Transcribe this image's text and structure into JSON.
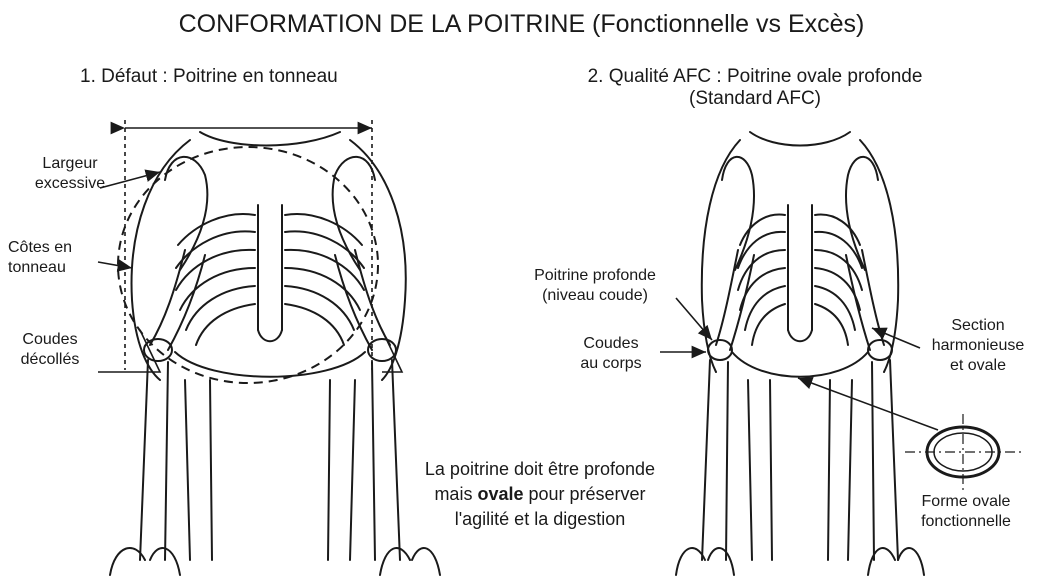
{
  "title": "CONFORMATION DE LA POITRINE (Fonctionnelle vs Excès)",
  "left_panel": {
    "heading": "1. Défaut : Poitrine en tonneau",
    "labels": {
      "excess_width": [
        "Largeur",
        "excessive"
      ],
      "barrel_ribs": [
        "Côtes en",
        "tonneau"
      ],
      "loose_elbows": [
        "Coudes",
        "décollés"
      ]
    }
  },
  "right_panel": {
    "heading_line1": "2. Qualité AFC : Poitrine ovale profonde",
    "heading_line2": "(Standard AFC)",
    "labels": {
      "deep_chest": [
        "Poitrine profonde",
        "(niveau coude)"
      ],
      "elbows_in": [
        "Coudes",
        "au corps"
      ],
      "section": [
        "Section",
        "harmonieuse",
        "et ovale"
      ],
      "oval_shape": [
        "Forme ovale",
        "fonctionnelle"
      ]
    }
  },
  "center_note": {
    "line1": "La poitrine doit être profonde",
    "line2_pre": "mais ",
    "line2_bold": "ovale",
    "line2_post": " pour préserver",
    "line3": "l'agilité et la digestion"
  }
}
